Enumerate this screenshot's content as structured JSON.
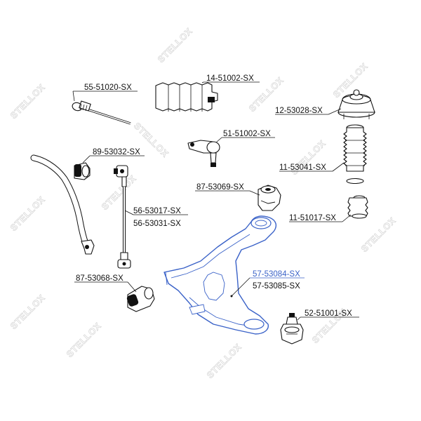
{
  "watermark": "STELLOX",
  "colors": {
    "highlight": "#3a62c8",
    "line": "#111111",
    "watermark": "#d4d4d4"
  },
  "parts": [
    {
      "id": "tie-rod-end-inner",
      "number": "55-51020-SX",
      "highlighted": false
    },
    {
      "id": "steering-boot",
      "number": "14-51002-SX",
      "highlighted": false
    },
    {
      "id": "top-strut-mount",
      "number": "12-53028-SX",
      "highlighted": false
    },
    {
      "id": "tie-rod-end-outer",
      "number": "51-51002-SX",
      "highlighted": false
    },
    {
      "id": "stabilizer-bushing",
      "number": "89-53032-SX",
      "highlighted": false
    },
    {
      "id": "dust-boot",
      "number": "11-53041-SX",
      "highlighted": false
    },
    {
      "id": "arm-rear-bushing",
      "number": "87-53069-SX",
      "highlighted": false
    },
    {
      "id": "stabilizer-link-1",
      "number": "56-53017-SX",
      "highlighted": false
    },
    {
      "id": "stabilizer-link-2",
      "number": "56-53031-SX",
      "highlighted": false
    },
    {
      "id": "bump-stop",
      "number": "11-51017-SX",
      "highlighted": false
    },
    {
      "id": "control-arm-left",
      "number": "57-53084-SX",
      "highlighted": true
    },
    {
      "id": "control-arm-right",
      "number": "57-53085-SX",
      "highlighted": false
    },
    {
      "id": "arm-front-bushing",
      "number": "87-53068-SX",
      "highlighted": false
    },
    {
      "id": "ball-joint",
      "number": "52-51001-SX",
      "highlighted": false
    }
  ]
}
